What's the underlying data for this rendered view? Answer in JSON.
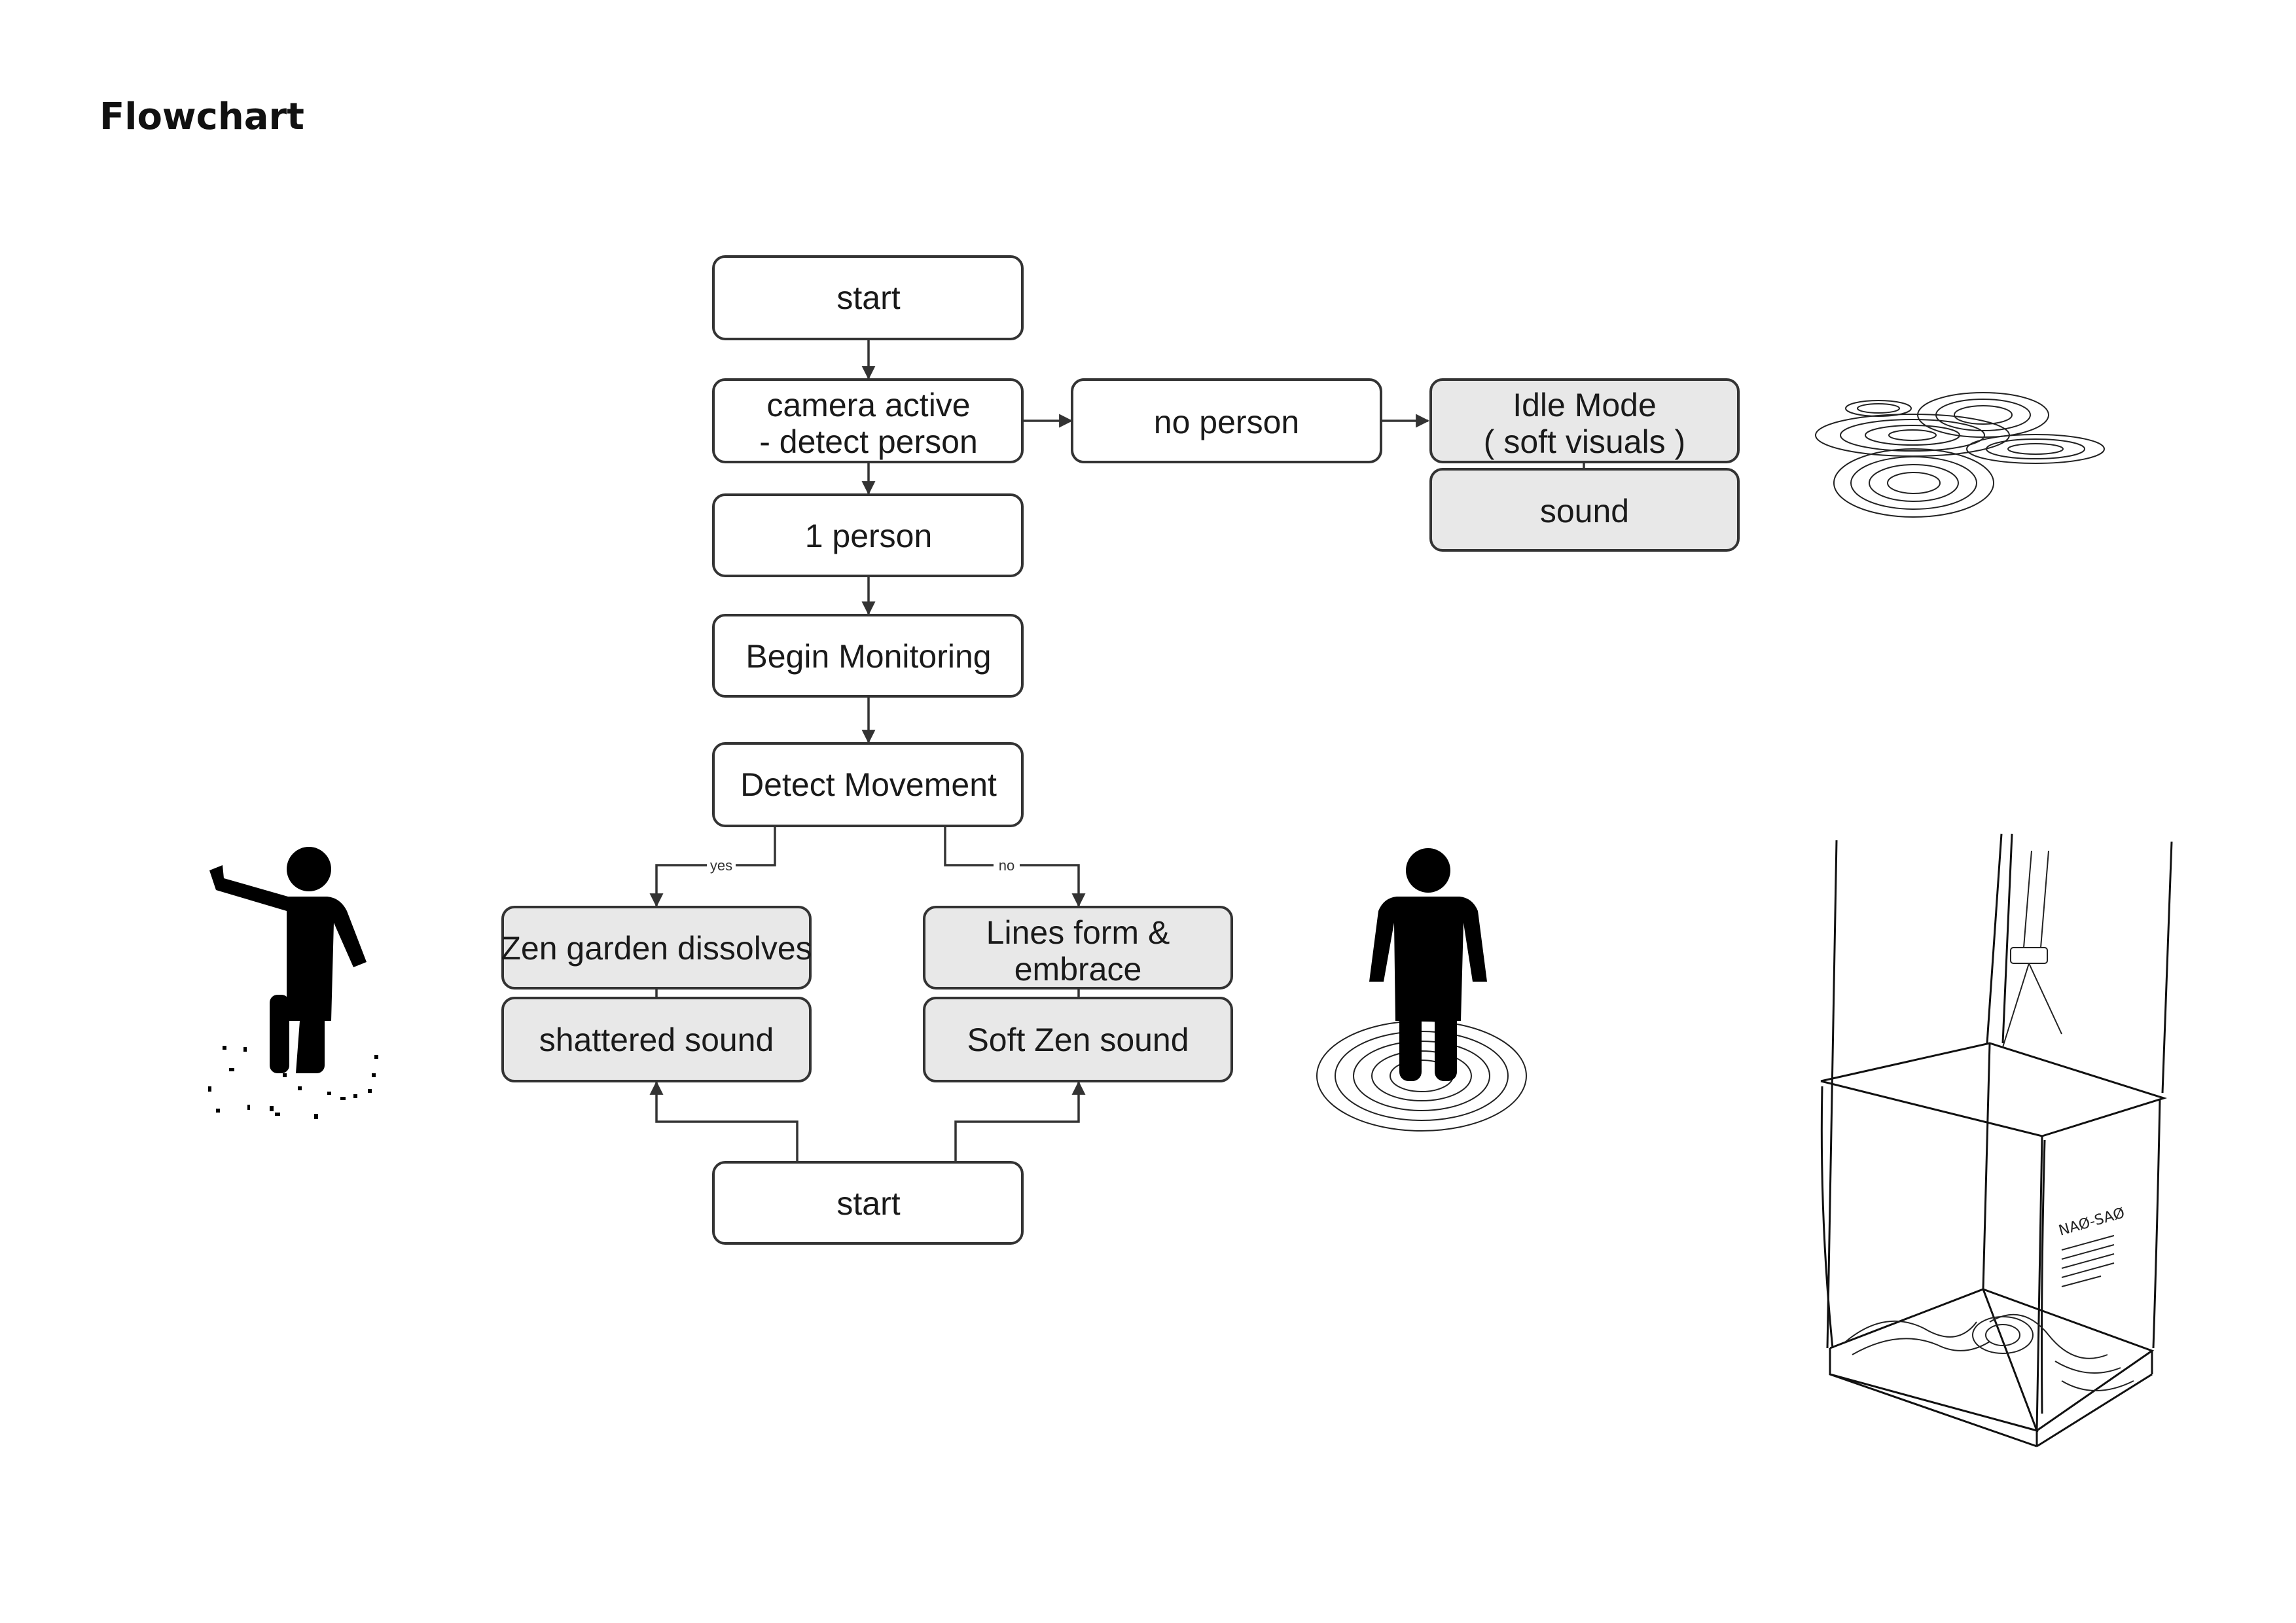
{
  "page": {
    "title": "Flowchart"
  },
  "nodes": {
    "start_top": "start",
    "camera": [
      "camera active",
      "- detect person"
    ],
    "no_person": "no person",
    "idle": [
      "Idle Mode",
      "( soft visuals )"
    ],
    "sound": "sound",
    "one_person": "1 person",
    "begin": "Begin Monitoring",
    "detect": "Detect Movement",
    "zen_dissolves": "Zen garden dissolves",
    "shattered": "shattered sound",
    "lines_form": [
      "Lines form &",
      "embrace"
    ],
    "soft_zen": "Soft Zen sound",
    "start_bottom": "start"
  },
  "edges": {
    "yes_label": "yes",
    "no_label": "no"
  },
  "illustrations": {
    "booth_sign": "NAØ-SAØ",
    "icons": [
      "ripples-icon",
      "waving-person-icon",
      "standing-person-icon",
      "booth-sketch-icon"
    ]
  },
  "colors": {
    "node_fill": "#ffffff",
    "active_fill": "#e8e8e8",
    "stroke": "#333333"
  }
}
